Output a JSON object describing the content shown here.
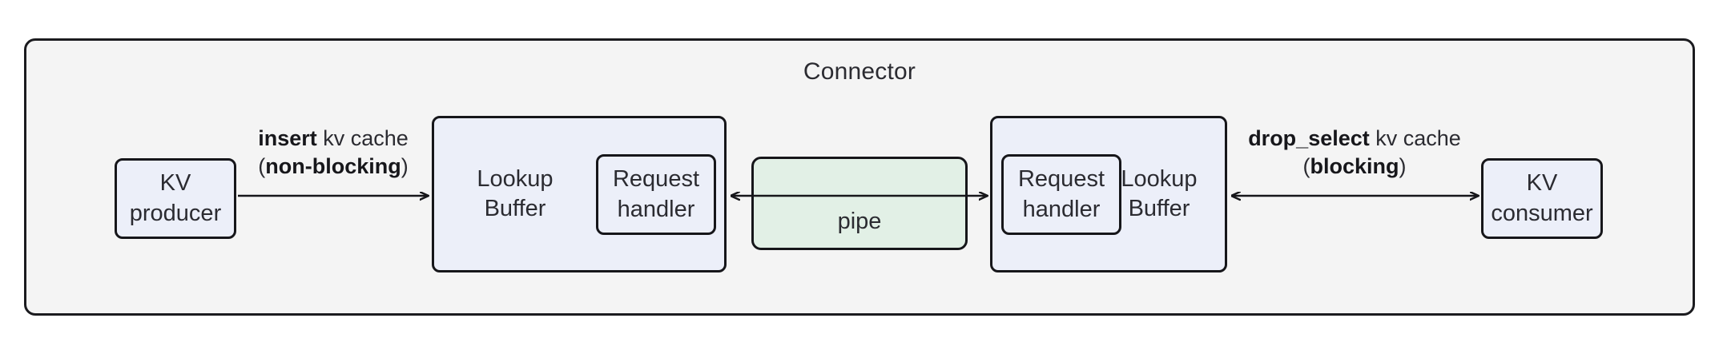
{
  "diagram": {
    "title": "Connector",
    "nodes": {
      "kv_producer": "KV\nproducer",
      "lookup_buffer_left": "Lookup\nBuffer",
      "request_handler_left": "Request\nhandler",
      "pipe": "pipe",
      "request_handler_right": "Request\nhandler",
      "lookup_buffer_right": "Lookup\nBuffer",
      "kv_consumer": "KV\nconsumer"
    },
    "edges": {
      "insert": {
        "op": "insert",
        "op_suffix": " kv cache",
        "mode_open": "(",
        "mode": "non-blocking",
        "mode_close": ")",
        "direction": "right"
      },
      "pipe_edge": {
        "direction": "bidirectional"
      },
      "drop_select": {
        "op": "drop_select",
        "op_suffix": " kv cache",
        "mode_open": "(",
        "mode": "blocking",
        "mode_close": ")",
        "direction": "bidirectional"
      }
    },
    "colors": {
      "container_fill": "#f4f4f4",
      "node_fill": "#eceff9",
      "pipe_fill": "#e2f0e6",
      "stroke": "#16161a",
      "text": "#2b2b31"
    }
  }
}
